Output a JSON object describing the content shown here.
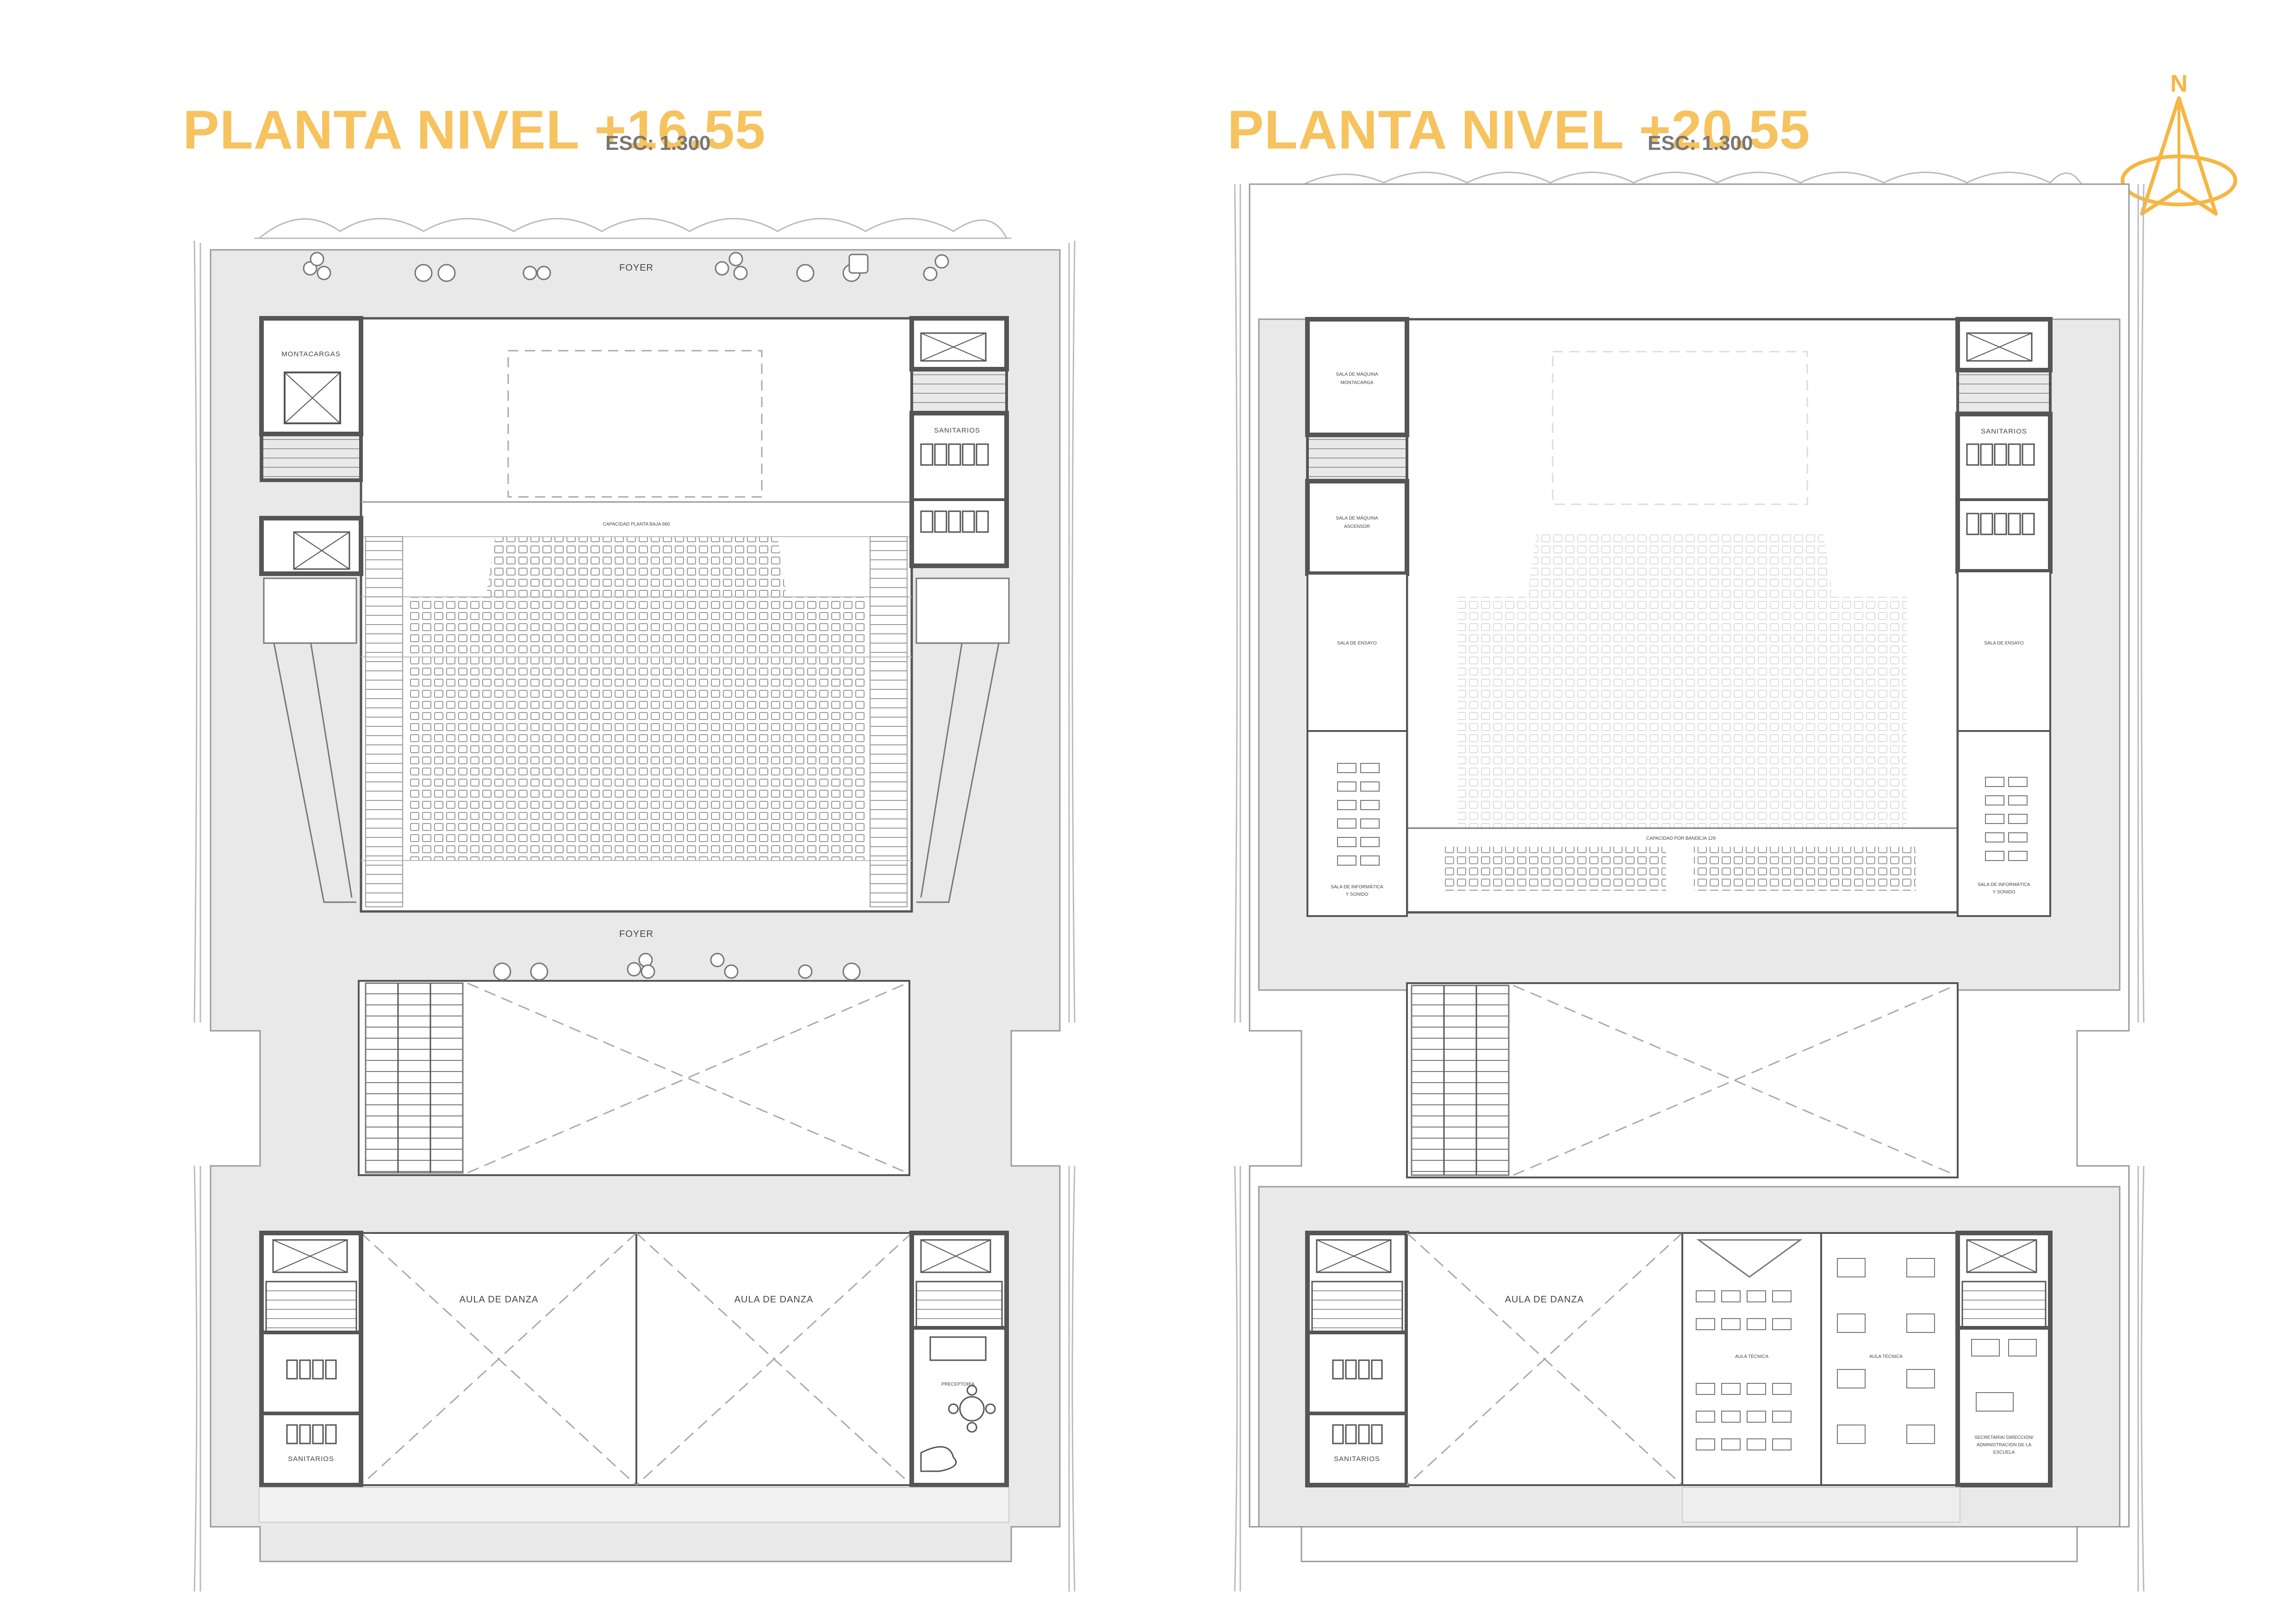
{
  "colors": {
    "title": "#f6c35f",
    "scale": "#777777",
    "wall": "#555555",
    "slab": "#e9e9e9",
    "line": "#9a9a9a",
    "light": "#cfcfcf",
    "north": "#f6b642"
  },
  "north_arrow": {
    "label": "N",
    "icon": "north-arrow-icon"
  },
  "plan_left": {
    "title": "PLANTA NIVEL +16.55",
    "scale": "ESC: 1.300",
    "foyer_top": "FOYER",
    "foyer_bottom": "FOYER",
    "rooms": {
      "freight_lift": "MONTACARGAS",
      "toilets_right": "SANITARIOS",
      "capacity": "CAPACIDAD PLANTA BAJA 960",
      "dance_1": "AULA DE DANZA",
      "dance_2": "AULA DE DANZA",
      "preceptoria": "PRECEPTORÍA",
      "toilets_bottom": "SANITARIOS"
    }
  },
  "plan_right": {
    "title": "PLANTA NIVEL +20.55",
    "scale": "ESC: 1.300",
    "rooms": {
      "freight_machine_1": "SALA DE MÁQUINA",
      "freight_machine_2": "MONTACARGA",
      "lift_machine_1": "SALA DE MÁQUINA",
      "lift_machine_2": "ASCENSOR",
      "toilets_right": "SANITARIOS",
      "rehearsal_left": "SALA DE ENSAYO",
      "rehearsal_right": "SALA DE ENSAYO",
      "it_left_1": "SALA DE INFORMÁTICA",
      "it_left_2": "Y SONIDO",
      "it_right_1": "SALA DE INFORMÁTICA",
      "it_right_2": "Y SONIDO",
      "capacity": "CAPACIDAD POR BANDEJA 129",
      "dance": "AULA DE DANZA",
      "tech_1": "AULA TÉCNICA",
      "tech_2": "AULA TÉCNICA",
      "admin_1": "SECRETARÍA/ DIRECCIÓN/",
      "admin_2": "ADMINISTRACIÓN DE LA",
      "admin_3": "ESCUELA",
      "toilets_bottom": "SANITARIOS"
    }
  }
}
